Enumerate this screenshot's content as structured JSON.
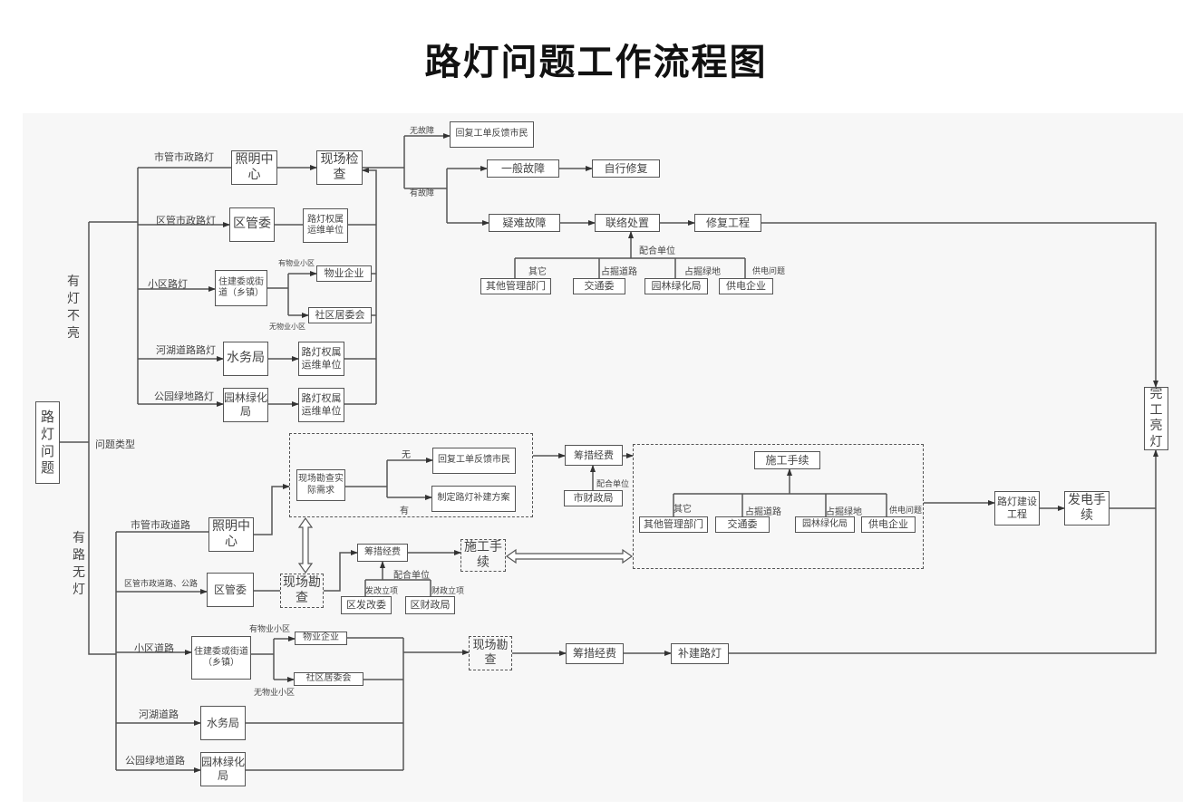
{
  "title": "路灯问题工作流程图",
  "boxes": {
    "root": "路灯问题",
    "zhaoming1": "照明中心",
    "xianchang1": "现场检查",
    "quguan1": "区管委",
    "luq1": "路灯权属运维单位",
    "zhujian1": "住建委或街道（乡镇）",
    "wuye1": "物业企业",
    "shequ1": "社区居委会",
    "shuiwu1": "水务局",
    "luq2": "路灯权属运维单位",
    "yuanlin1": "园林绿化局",
    "luq3": "路灯权属运维单位",
    "huifu1": "回复工单反馈市民",
    "yiban": "一般故障",
    "zixing": "自行修复",
    "yinan": "疑难故障",
    "lianluo": "联络处置",
    "xiufu": "修复工程",
    "qita1": "其他管理部门",
    "jiaotong1": "交通委",
    "yuanlin2": "园林绿化局",
    "gongdian1": "供电企业",
    "wangong": "完工亮灯",
    "xianchangxq": "现场勘查实际需求",
    "huifu2": "回复工单反馈市民",
    "zhiding": "制定路灯补建方案",
    "zhaoming2": "照明中心",
    "quguan2": "区管委",
    "xianchang2": "现场勘查",
    "chouji1": "筹措经费",
    "shigong1": "施工手续",
    "fagai": "区发改委",
    "caizheng": "区财政局",
    "chouji2": "筹措经费",
    "shicaizheng": "市财政局",
    "shigong2": "施工手续",
    "qita2": "其他管理部门",
    "jiaotong2": "交通委",
    "yuanlin3": "园林绿化局",
    "gongdian2": "供电企业",
    "luxjs": "路灯建设工程",
    "fadian": "发电手续",
    "zhujian2": "住建委或街道（乡镇）",
    "wuye2": "物业企业",
    "shequ2": "社区居委会",
    "shuiwu2": "水务局",
    "yuanlin4": "园林绿化局",
    "xianchang3": "现场勘查",
    "chouji3": "筹措经费",
    "bujian": "补建路灯"
  },
  "labels": {
    "youdengbuliang": "有灯不亮",
    "wentileixing": "问题类型",
    "youluwudeng": "有路无灯",
    "shiguanludeng": "市管市政路灯",
    "quguanludeng": "区管市政路灯",
    "xiaoquludeng": "小区路灯",
    "hehuludeng": "河湖道路路灯",
    "gongyuanludeng": "公园绿地路灯",
    "youwuye1": "有物业小区",
    "wuwuye1": "无物业小区",
    "wuguzhang": "无故障",
    "youguzhang": "有故障",
    "peihe1": "配合单位",
    "qita_l1": "其它",
    "zhanjuedaolu1": "占掘道路",
    "zhanjuelvdi1": "占掘绿地",
    "gongdianwenti1": "供电问题",
    "wu": "无",
    "you": "有",
    "shiguandaolu": "市管市政道路",
    "quguandaolu": "区管市政道路、公路",
    "peihe2": "配合单位",
    "fagailixiang": "发改立项",
    "caizhenglixiang": "财政立项",
    "peihe3": "配合单位",
    "qita_l2": "其它",
    "zhanjuedaolu2": "占掘道路",
    "zhanjuelvdi2": "占掘绿地",
    "gongdianwenti2": "供电问题",
    "xiaoqudaolu": "小区道路",
    "youwuye2": "有物业小区",
    "wuwuye2": "无物业小区",
    "hehudaolu": "河湖道路",
    "gongyuandaolu": "公园绿地道路"
  },
  "colors": {
    "line": "#555555",
    "panel": "#f7f7f7",
    "box_fill": "#ffffff"
  }
}
